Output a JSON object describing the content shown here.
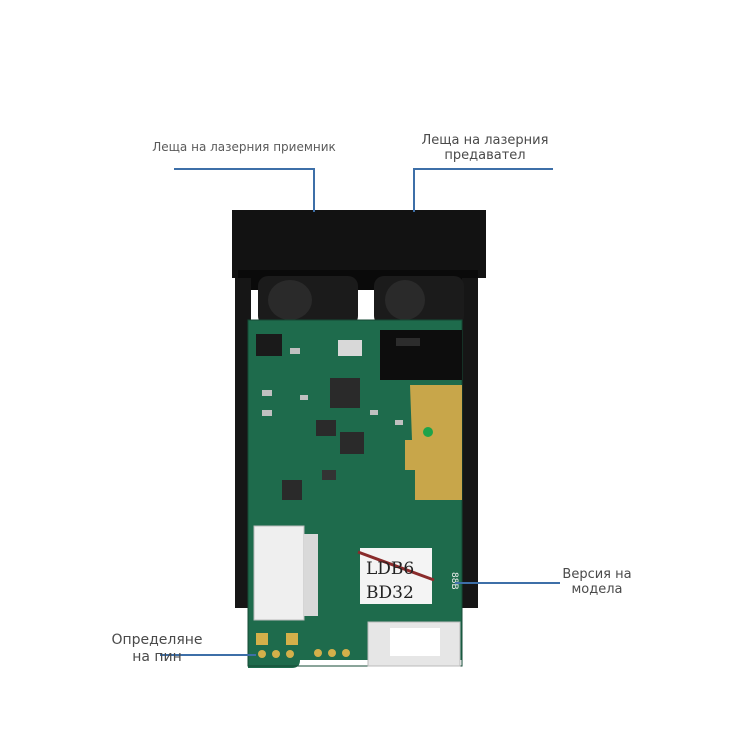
{
  "labels": {
    "receiver_lens": "Леща на лазерния приемник",
    "transmitter_lens_line1": "Леща на лазерния",
    "transmitter_lens_line2": "предавател",
    "model_version_line1": "Версия на",
    "model_version_line2": "модела",
    "pin_definition_line1": "Определяне",
    "pin_definition_line2": "на пин"
  },
  "board_marks": {
    "sticker_line1": "LDB6",
    "sticker_line2": "BD32",
    "side_code": "88B"
  },
  "colors": {
    "pcb_green": "#1e6b4c",
    "housing_black": "#121212",
    "leader_line": "#3d6fa8"
  }
}
